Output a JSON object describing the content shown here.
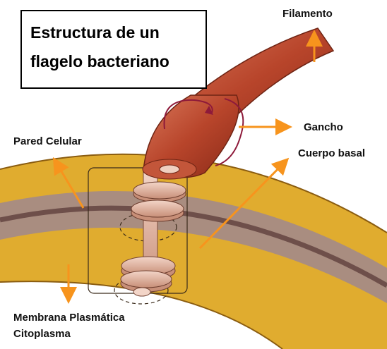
{
  "title": "Estructura de un flagelo bacteriano",
  "labels": {
    "filamento": "Filamento",
    "gancho": "Gancho",
    "cuerpo_basal": "Cuerpo basal",
    "pared_celular": "Pared Celular",
    "membrana_plasmatica": "Membrana Plasmática",
    "citoplasma": "Citoplasma"
  },
  "colors": {
    "arrow": "#f7941d",
    "filament": "#b8452b",
    "cell_wall": "#e0ac2f",
    "membrane": "#a98d80",
    "basal_body": "#e8b8a5",
    "rotation_mark": "#8e1a3a"
  }
}
